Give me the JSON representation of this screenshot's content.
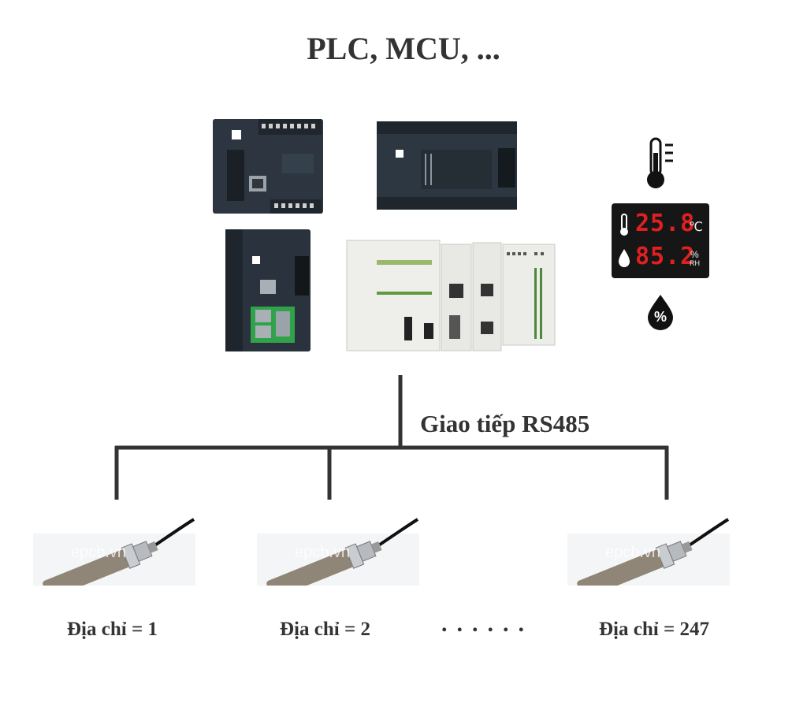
{
  "title": "PLC, MCU, ...",
  "bus_label": "Giao tiếp RS485",
  "display": {
    "temperature": "25.8",
    "temp_unit": "℃",
    "humidity": "85.2",
    "hum_unit": "%",
    "hum_sub": "RH"
  },
  "humidity_badge": "%",
  "sensors": [
    {
      "label": "Địa chỉ = 1",
      "watermark": "epcb.vn"
    },
    {
      "label": "Địa chỉ = 2",
      "watermark": "epcb.vn"
    },
    {
      "label": "Địa chỉ = 247",
      "watermark": "epcb.vn"
    }
  ],
  "ellipsis": "......"
}
